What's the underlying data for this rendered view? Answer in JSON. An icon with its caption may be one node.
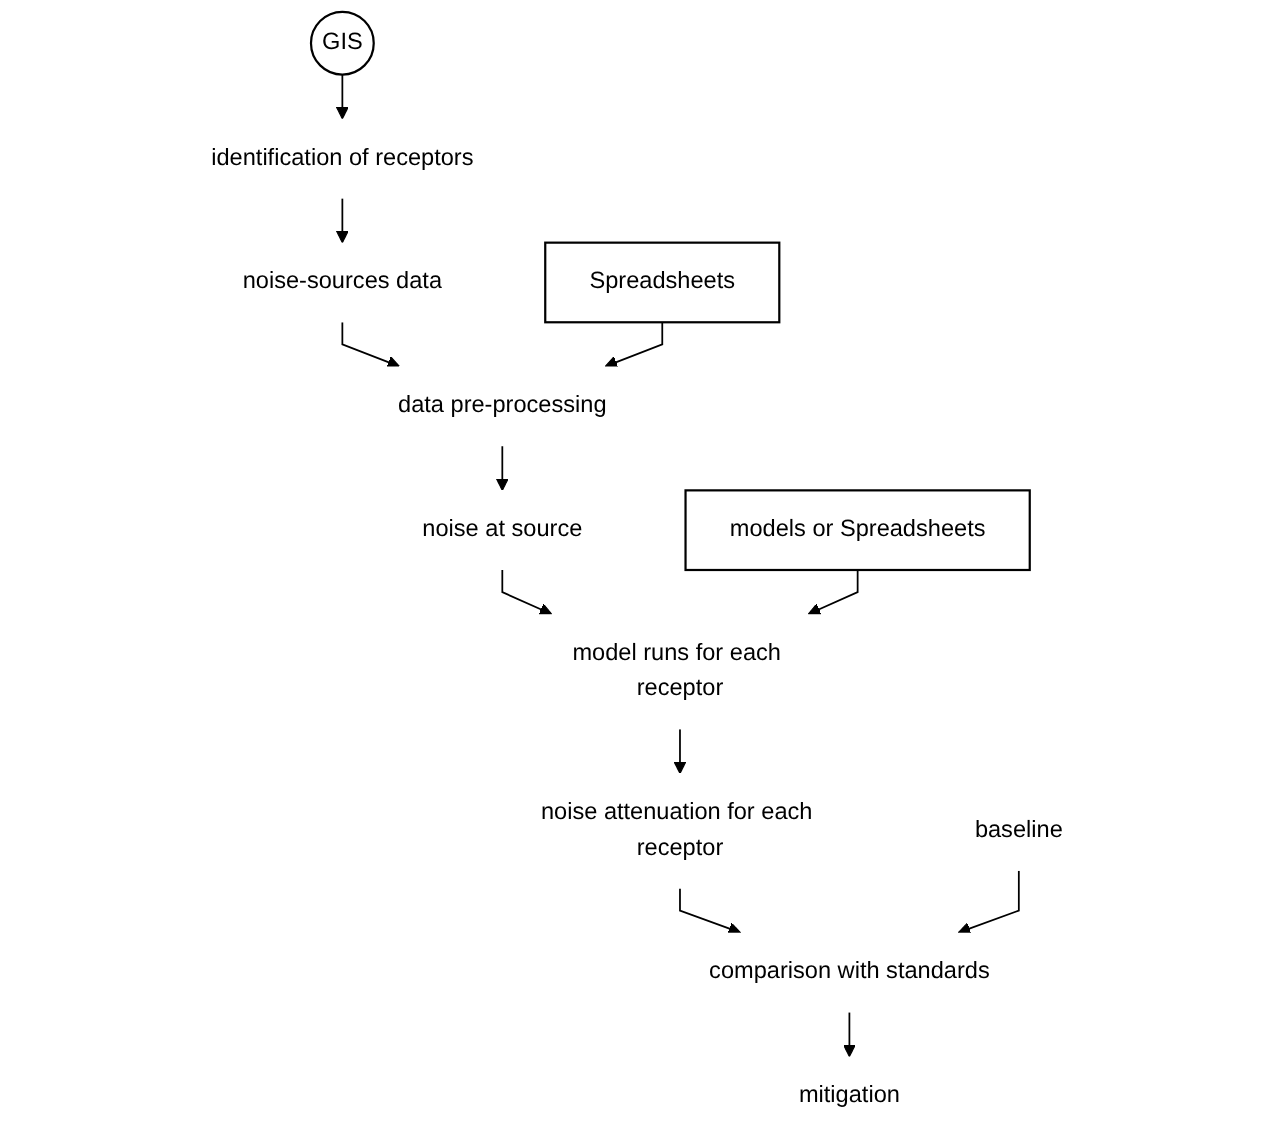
{
  "diagram": {
    "nodes": [
      {
        "text": [
          "identification of receptors"
        ]
      },
      {
        "text": [
          "GIS"
        ]
      },
      {
        "text": [
          "baseline"
        ]
      },
      {
        "text": [
          "noise-sources data"
        ]
      },
      {
        "text": [
          "data pre-processing"
        ]
      },
      {
        "text": [
          "Spreadsheets"
        ]
      },
      {
        "text": [
          "noise at source"
        ]
      },
      {
        "text": [
          "model runs for each receptor"
        ]
      },
      {
        "text": [
          "models or Spreadsheets"
        ]
      },
      {
        "text": [
          "noise attenuation for each receptor"
        ]
      },
      {
        "text": [
          "comparison with standards"
        ]
      },
      {
        "text": [
          "mitigation"
        ]
      }
    ],
    "edges": [
      {
        "from": 1,
        "to": 0,
        "arrow": "to"
      },
      {
        "from": 0,
        "to": 3,
        "arrow": "to"
      },
      {
        "from": 3,
        "to": 4,
        "arrow": "to"
      },
      {
        "from": 5,
        "to": 4,
        "arrow": "to"
      },
      {
        "from": 4,
        "to": 6,
        "arrow": "to"
      },
      {
        "from": 6,
        "to": 7,
        "arrow": "to"
      },
      {
        "from": 8,
        "to": 7,
        "arrow": "to"
      },
      {
        "from": 7,
        "to": 9,
        "arrow": "to"
      },
      {
        "from": 9,
        "to": 10,
        "arrow": "to"
      },
      {
        "from": 2,
        "to": 10,
        "arrow": "to"
      },
      {
        "from": 10,
        "to": 11,
        "arrow": "to"
      }
    ]
  }
}
